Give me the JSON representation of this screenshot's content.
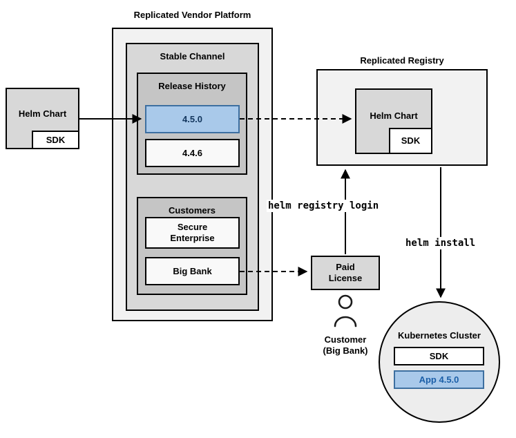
{
  "colors": {
    "highlight_fill": "#a9c9ea",
    "highlight_border": "#3d6fa0",
    "highlight_text": "#12355c",
    "app_text": "#1b5fa8"
  },
  "vendor_platform": {
    "title": "Replicated Vendor Platform",
    "stable_channel": {
      "title": "Stable Channel",
      "release_history": {
        "title": "Release History",
        "releases": [
          {
            "version": "4.5.0"
          },
          {
            "version": "4.4.6"
          }
        ]
      },
      "customers": {
        "title": "Customers",
        "items": [
          {
            "label": "Secure Enterprise"
          },
          {
            "label": "Big Bank"
          }
        ]
      }
    }
  },
  "helm_chart_source": {
    "label": "Helm Chart",
    "sdk_label": "SDK"
  },
  "registry": {
    "title": "Replicated Registry",
    "helm_chart": {
      "label": "Helm Chart",
      "sdk_label": "SDK"
    }
  },
  "paid_license": {
    "line1": "Paid",
    "line2": "License"
  },
  "customer": {
    "line1": "Customer",
    "line2": "(Big Bank)"
  },
  "kubernetes": {
    "title": "Kubernetes Cluster",
    "sdk_label": "SDK",
    "app_label": "App 4.5.0"
  },
  "commands": {
    "registry_login": "helm registry login",
    "install": "helm install"
  }
}
